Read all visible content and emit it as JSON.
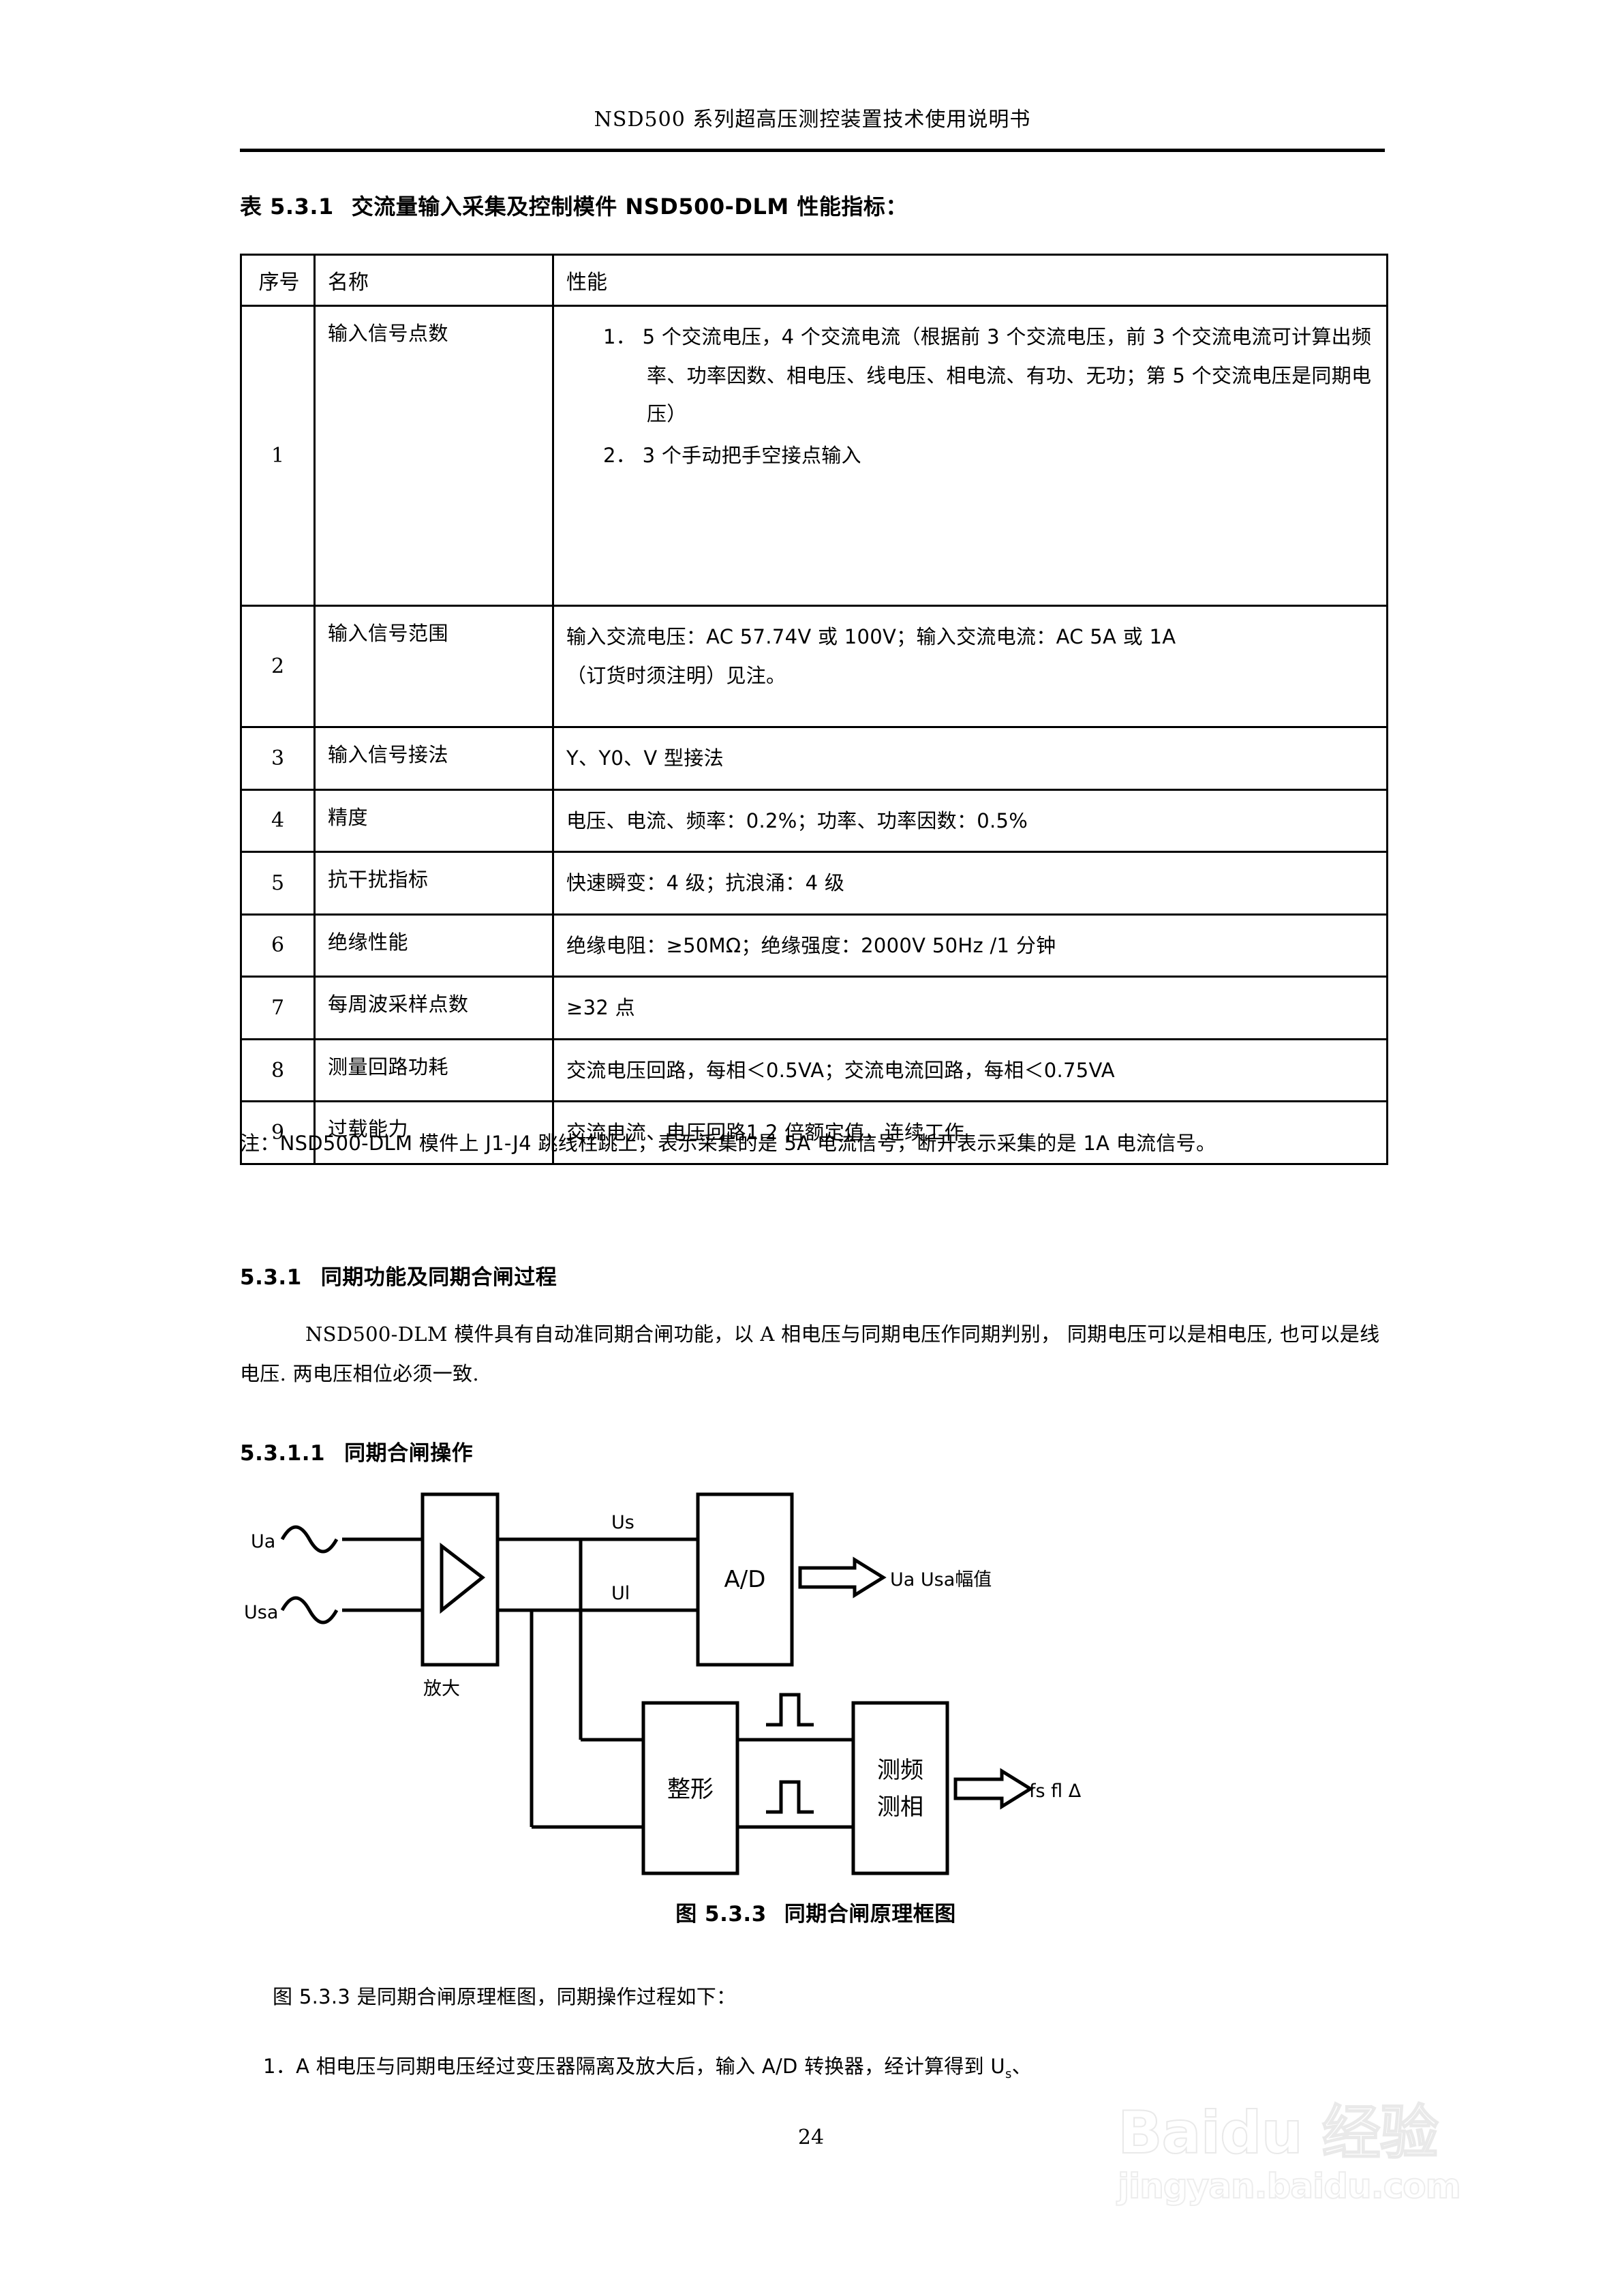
{
  "header": {
    "running_title": "NSD500 系列超高压测控装置技术使用说明书"
  },
  "table_caption": {
    "number": "表 5.3.1",
    "text": "交流量输入采集及控制模件 NSD500-DLM 性能指标："
  },
  "table": {
    "columns": [
      "序号",
      "名称",
      "性能"
    ],
    "rows": [
      {
        "no": "1",
        "name": "输入信号点数",
        "perf_items": [
          "1． 5 个交流电压，4 个交流电流（根据前 3 个交流电压，前 3 个交流电流可计算出频率、功率因数、相电压、线电压、相电流、有功、无功；第 5 个交流电压是同期电压）",
          "2． 3 个手动把手空接点输入"
        ]
      },
      {
        "no": "2",
        "name": "输入信号范围",
        "perf_lines": [
          "输入交流电压：AC 57.74V 或 100V；输入交流电流：AC 5A 或 1A",
          "（订货时须注明）见注。"
        ]
      },
      {
        "no": "3",
        "name": "输入信号接法",
        "perf_lines": [
          "Y、Y0、V 型接法"
        ]
      },
      {
        "no": "4",
        "name": "精度",
        "perf_lines": [
          "电压、电流、频率：0.2%；功率、功率因数：0.5%"
        ]
      },
      {
        "no": "5",
        "name": "抗干扰指标",
        "perf_lines": [
          "快速瞬变：4 级；抗浪涌：4 级"
        ]
      },
      {
        "no": "6",
        "name": "绝缘性能",
        "perf_lines": [
          "绝缘电阻：≥50MΩ；绝缘强度：2000V 50Hz  /1 分钟"
        ]
      },
      {
        "no": "7",
        "name": "每周波采样点数",
        "perf_lines": [
          "≥32 点"
        ]
      },
      {
        "no": "8",
        "name": "测量回路功耗",
        "perf_lines": [
          "交流电压回路，每相＜0.5VA；交流电流回路，每相＜0.75VA"
        ]
      },
      {
        "no": "9",
        "name": "过载能力",
        "perf_lines": [
          "交流电流、电压回路1.2 倍额定值，连续工作"
        ]
      }
    ]
  },
  "note": "注：NSD500-DLM 模件上 J1-J4 跳线柱跳上，表示采集的是 5A 电流信号，断开表示采集的是 1A 电流信号。",
  "section_531": {
    "number": "5.3.1",
    "title": "同期功能及同期合闸过程",
    "paragraph": "NSD500-DLM 模件具有自动准同期合闸功能，以 A 相电压与同期电压作同期判别， 同期电压可以是相电压, 也可以是线电压. 两电压相位必须一致."
  },
  "section_5311": {
    "number": "5.3.1.1",
    "title": "同期合闸操作"
  },
  "diagram": {
    "input_labels": [
      "Ua",
      "Usa"
    ],
    "amplifier_block": "放大",
    "amplifier_symbol": "triangle-amplifier-icon",
    "signal_labels": [
      "Us",
      "Ul"
    ],
    "ad_block": "A/D",
    "ad_output": "Ua  Usa幅值",
    "shaper_block": "整形",
    "pulse_symbol": "square-pulse-icon",
    "freq_phase_block_line1": "测频",
    "freq_phase_block_line2": "测相",
    "freq_phase_output": "fs fl  Δ"
  },
  "figure_caption": {
    "number": "图 5.3.3",
    "text": "同期合闸原理框图"
  },
  "para_after_figure": "图 5.3.3 是同期合闸原理框图，同期操作过程如下：",
  "step_1": {
    "marker": "1．",
    "text_before_sub": "A 相电压与同期电压经过变压器隔离及放大后，输入 A/D 转换器，经计算得到 U",
    "subscript": "s",
    "text_after_sub": "、"
  },
  "page_number": "24",
  "watermark": {
    "line1": "Baidu 经验",
    "line2": "jingyan.baidu.com"
  }
}
